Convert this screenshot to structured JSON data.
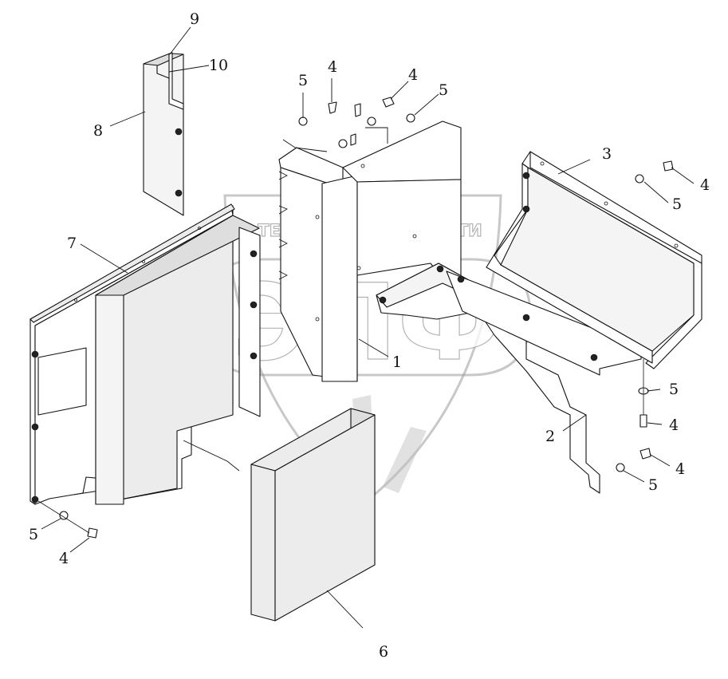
{
  "watermark": {
    "left_word": "ТЕХНИКА",
    "right_word": "ЗАПЧАСТИ",
    "big_letters": "ЭПФ",
    "gear_glyph": "⚙"
  },
  "callouts": {
    "c1": "1",
    "c2": "2",
    "c3": "3",
    "c4a": "4",
    "c4b": "4",
    "c4c": "4",
    "c4d": "4",
    "c4e": "4",
    "c4f": "4",
    "c5a": "5",
    "c5b": "5",
    "c5c": "5",
    "c5d": "5",
    "c5e": "5",
    "c5f": "5",
    "c6": "6",
    "c7": "7",
    "c8": "8",
    "c9": "9",
    "c10": "10"
  }
}
